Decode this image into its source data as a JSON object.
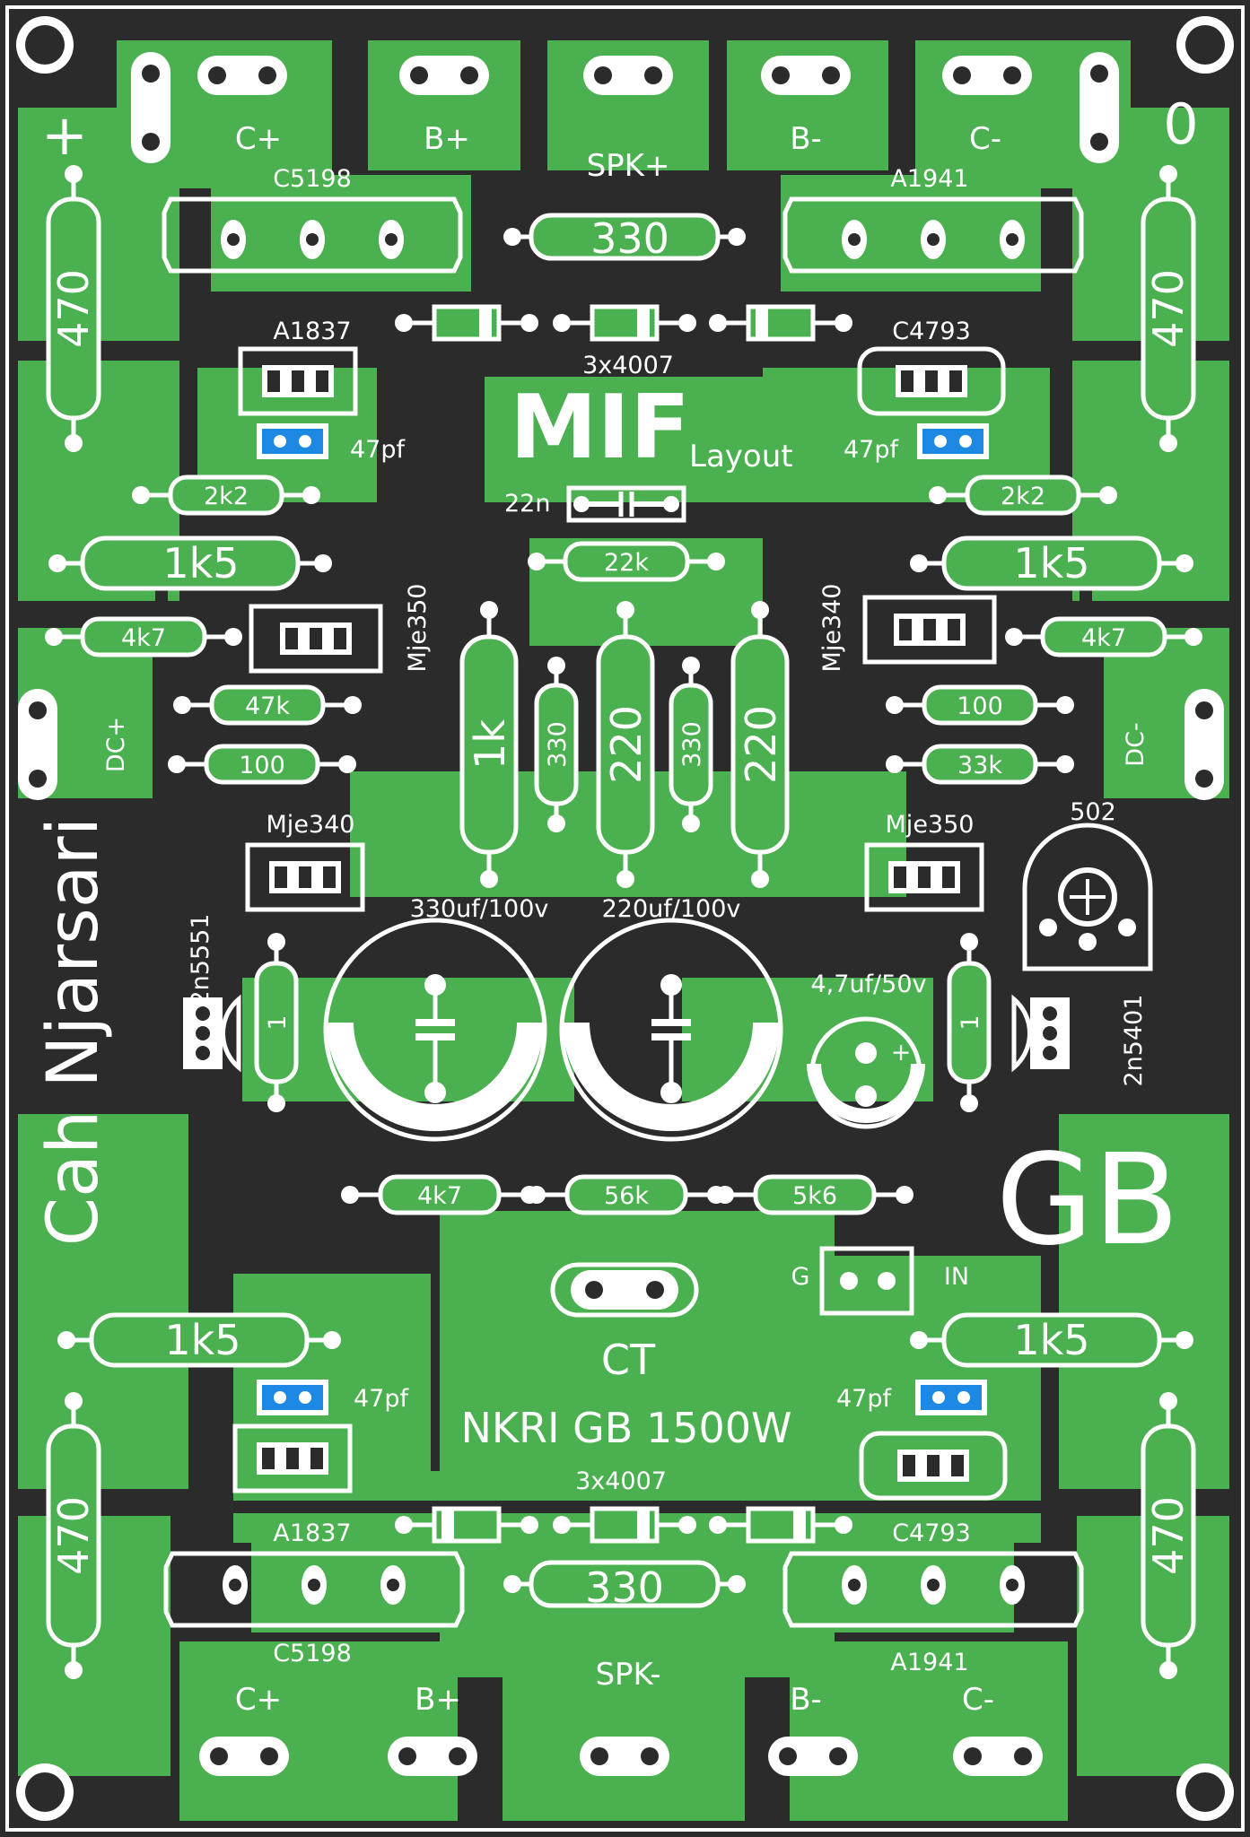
{
  "colors": {
    "board": "#2b2b2b",
    "copper": "#4bb04f",
    "silkscreen": "#ffffff",
    "ceramic_cap": "#1e88e5"
  },
  "connectors_top": [
    "C+",
    "B+",
    "SPK+",
    "B-",
    "C-"
  ],
  "connectors_bottom": [
    "C+",
    "B+",
    "SPK-",
    "B-",
    "C-"
  ],
  "corner_marks": {
    "plus": "+",
    "zero": "0"
  },
  "transistors": {
    "top_left_power": "C5198",
    "top_right_power": "A1941",
    "bottom_left_power": "C5198",
    "bottom_right_power": "A1941",
    "top_left_driver": "A1837",
    "top_right_driver": "C4793",
    "bottom_left_driver": "A1837",
    "bottom_right_driver": "C4793",
    "mid_left_upper": "Mje350",
    "mid_right_upper": "Mje340",
    "mid_left_lower": "Mje340",
    "mid_right_lower": "Mje350",
    "left_small": "2n5551",
    "right_small": "2n5401"
  },
  "resistors": {
    "r330": "330",
    "r470": "470",
    "r2k2": "2k2",
    "r1k5": "1k5",
    "r4k7": "4k7",
    "r47k": "47k",
    "r100": "100",
    "r33k": "33k",
    "r22k": "22k",
    "r1k": "1k",
    "r220": "220",
    "r1": "1",
    "r56k": "56k",
    "r5k6": "5k6"
  },
  "diodes": "3x4007",
  "caps": {
    "c47pf": "47pf",
    "c22n": "22n",
    "c330uf": "330uf/100v",
    "c220uf": "220uf/100v",
    "c47uf": "4,7uf/50v",
    "polarity": "+"
  },
  "trimmer": "502",
  "power": {
    "dc_plus": "DC+",
    "dc_minus": "DC-"
  },
  "input": {
    "g": "G",
    "in": "IN"
  },
  "center_tap": "CT",
  "logo": {
    "brand": "MIF",
    "layout": "Layout"
  },
  "author": "Cah Njarsari",
  "title": "NKRI GB 1500W",
  "gb_mark": "GB"
}
